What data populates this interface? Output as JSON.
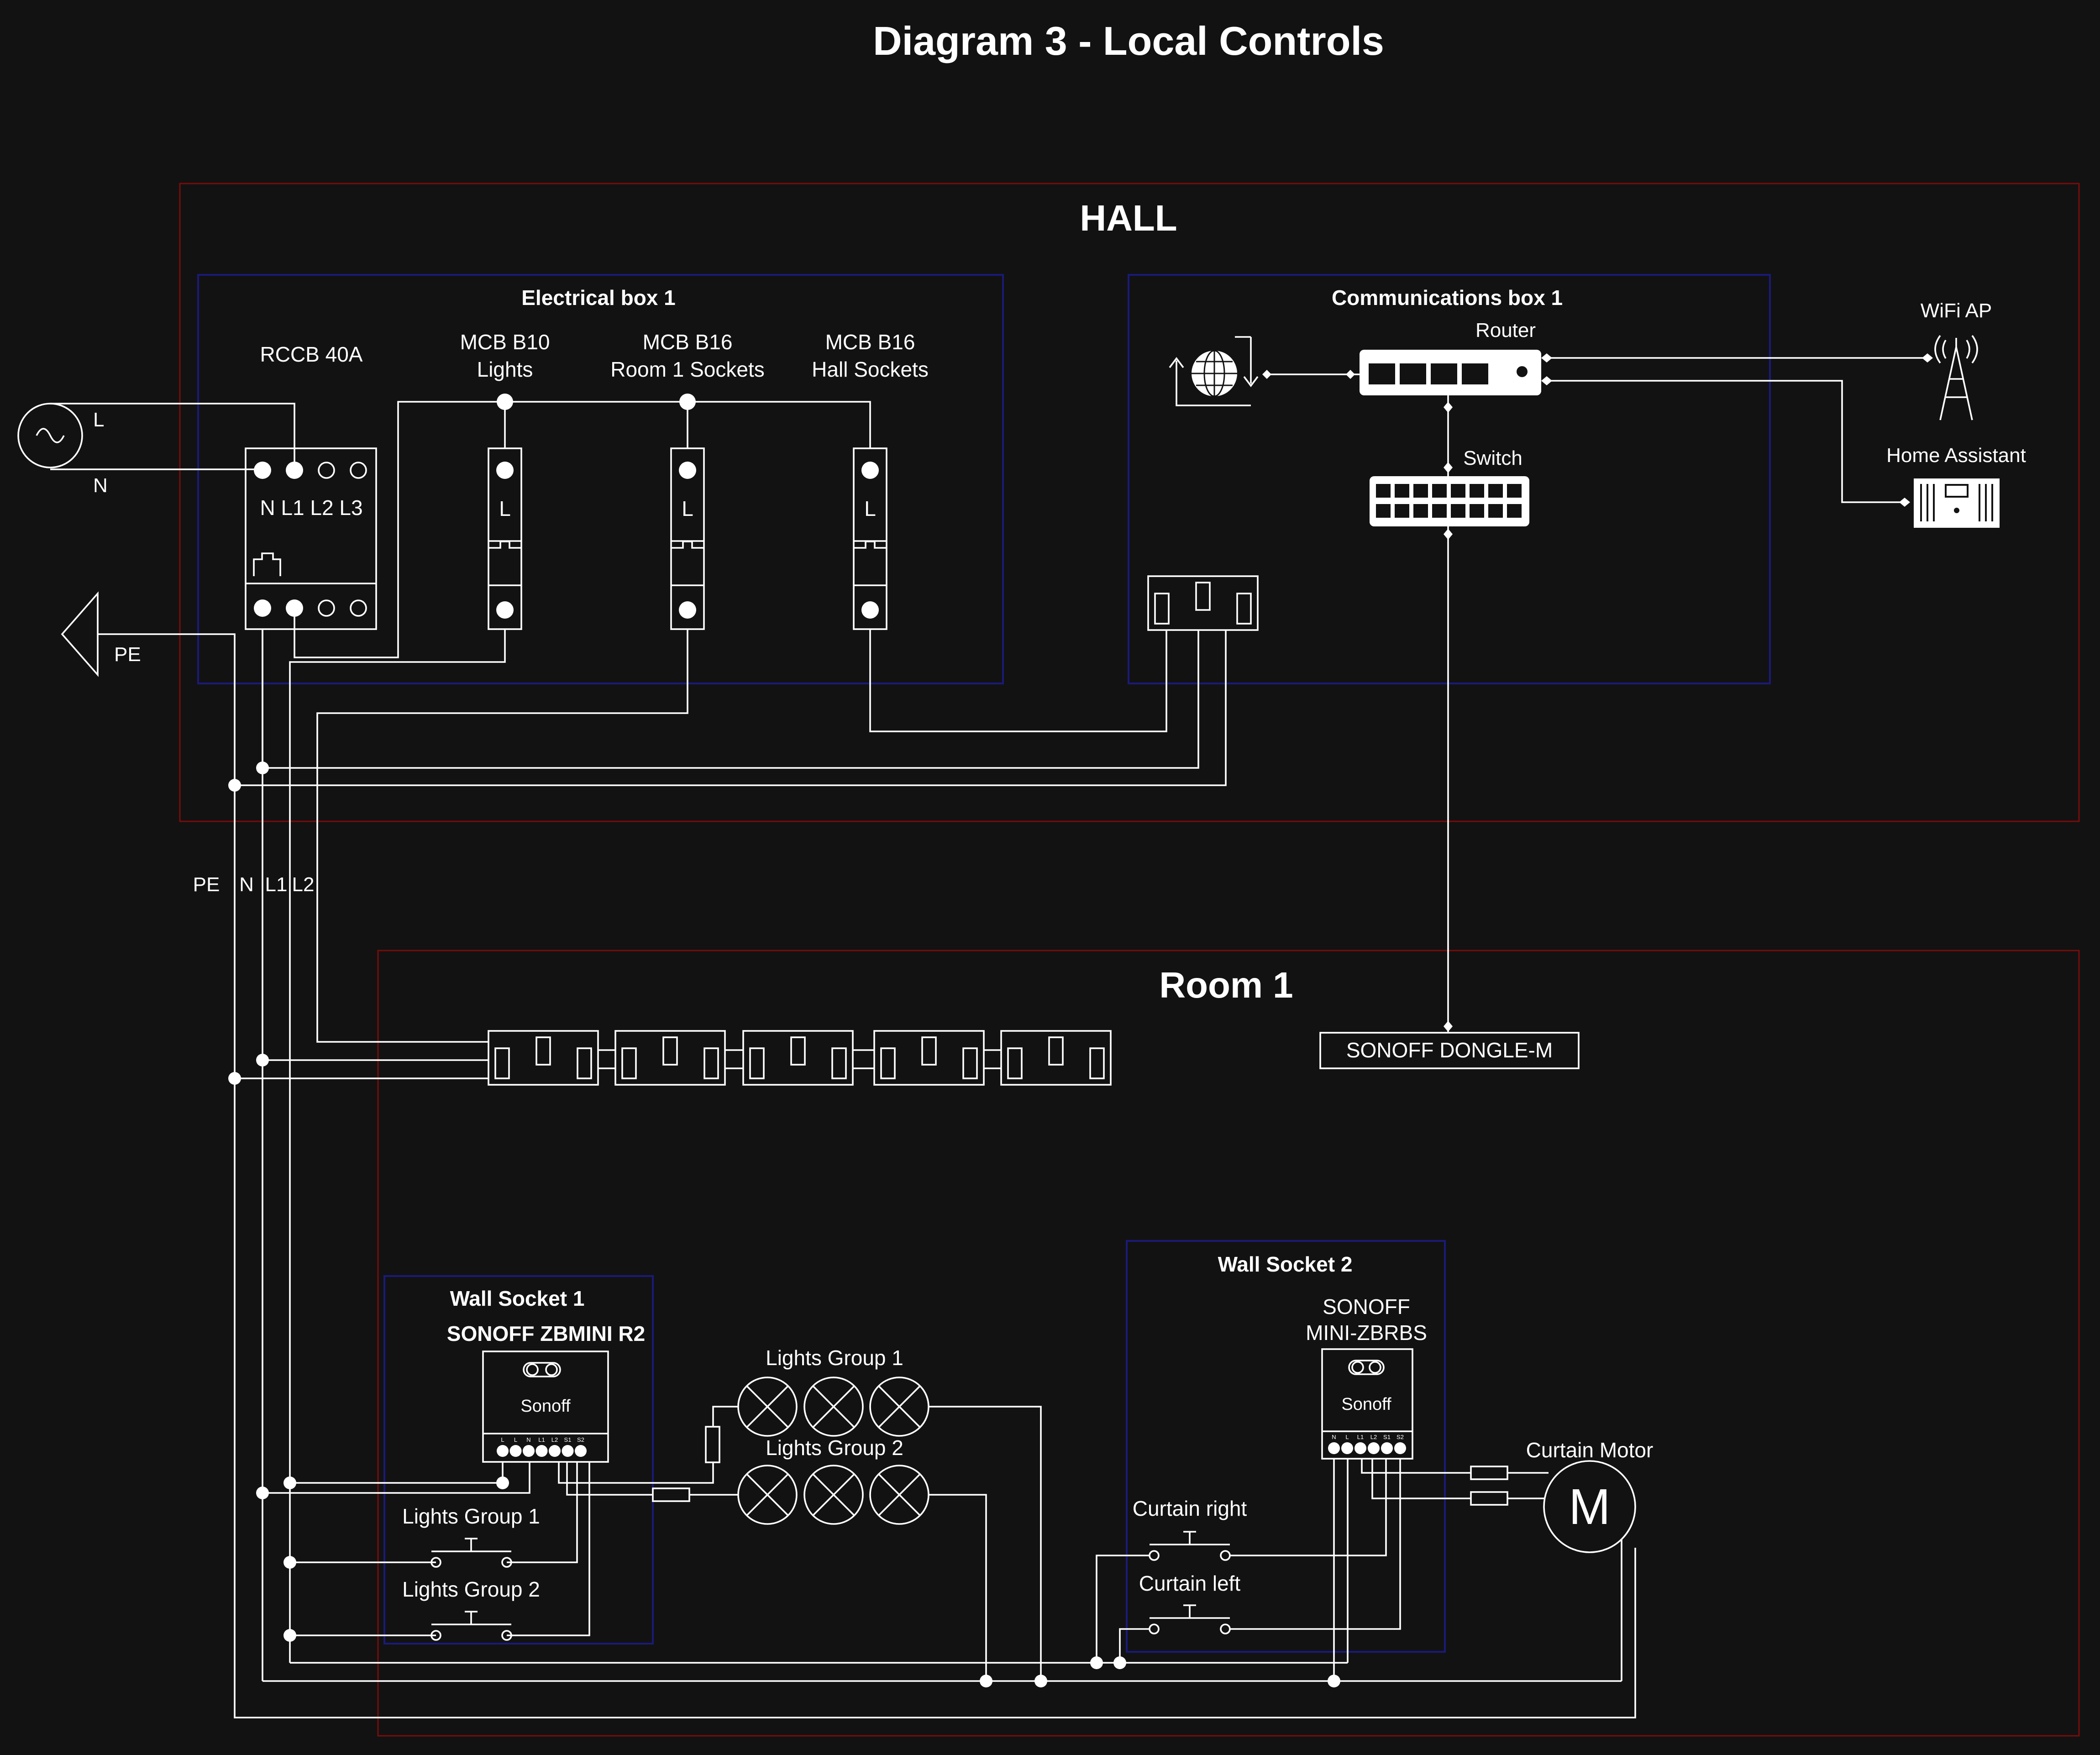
{
  "title": "Diagram 3 - Local Controls",
  "colors": {
    "background": "#121212",
    "wire": "#ffffff",
    "area_border": "#7a0c0c",
    "box_border": "#1a1a7a"
  },
  "areas": {
    "hall": "HALL",
    "room1": "Room 1"
  },
  "boxes": {
    "electrical_box": "Electrical box 1",
    "communications_box": "Communications box 1",
    "wall_socket_1": "Wall Socket 1",
    "wall_socket_2": "Wall Socket 2"
  },
  "supply": {
    "l": "L",
    "n": "N",
    "pe": "PE"
  },
  "rccb": {
    "label": "RCCB 40A",
    "terminals": "N L1 L2 L3"
  },
  "mcbs": [
    {
      "line1": "MCB B10",
      "line2": "Lights",
      "pole": "L"
    },
    {
      "line1": "MCB B16",
      "line2": "Room 1 Sockets",
      "pole": "L"
    },
    {
      "line1": "MCB B16",
      "line2": "Hall Sockets",
      "pole": "L"
    }
  ],
  "network": {
    "router": "Router",
    "switch": "Switch",
    "wifi_ap": "WiFi AP",
    "home_assistant": "Home Assistant",
    "dongle": "SONOFF DONGLE-M"
  },
  "bus_labels": {
    "pe": "PE",
    "n": "N",
    "l1": "L1",
    "l2": "L2"
  },
  "zbmini": {
    "title": "SONOFF ZBMINI R2",
    "brand": "Sonoff",
    "pins": [
      "L",
      "L",
      "N",
      "L1",
      "L2",
      "S1",
      "S2"
    ]
  },
  "zbrbs": {
    "title_line1": "SONOFF",
    "title_line2": "MINI-ZBRBS",
    "brand": "Sonoff",
    "pins": [
      "N",
      "L",
      "L1",
      "L2",
      "S1",
      "S2"
    ]
  },
  "lights": {
    "group1": "Lights Group 1",
    "group2": "Lights Group 2"
  },
  "switches": {
    "lights_group1": "Lights Group 1",
    "lights_group2": "Lights Group 2",
    "curtain_right": "Curtain right",
    "curtain_left": "Curtain left"
  },
  "motor": {
    "label": "Curtain Motor",
    "symbol": "M"
  }
}
